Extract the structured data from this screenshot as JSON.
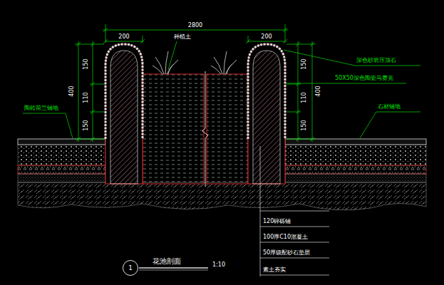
{
  "diagram": {
    "title": "花池剖面",
    "nodes": [
      {
        "text": [
          "1"
        ]
      }
    ],
    "labels": [
      "2800",
      "200",
      "200",
      "种植土",
      "150",
      "110",
      "150",
      "400",
      "400",
      "150",
      "110",
      "150",
      "深色砂岩压顶石",
      "50X50深色陶瓷马赛克",
      "陶砖荷兰铺地",
      "石材铺地",
      "120碎砾铺",
      "100厚C10混凝土",
      "50厚级配砂石垫层",
      "素土夯实",
      "1:10"
    ]
  }
}
